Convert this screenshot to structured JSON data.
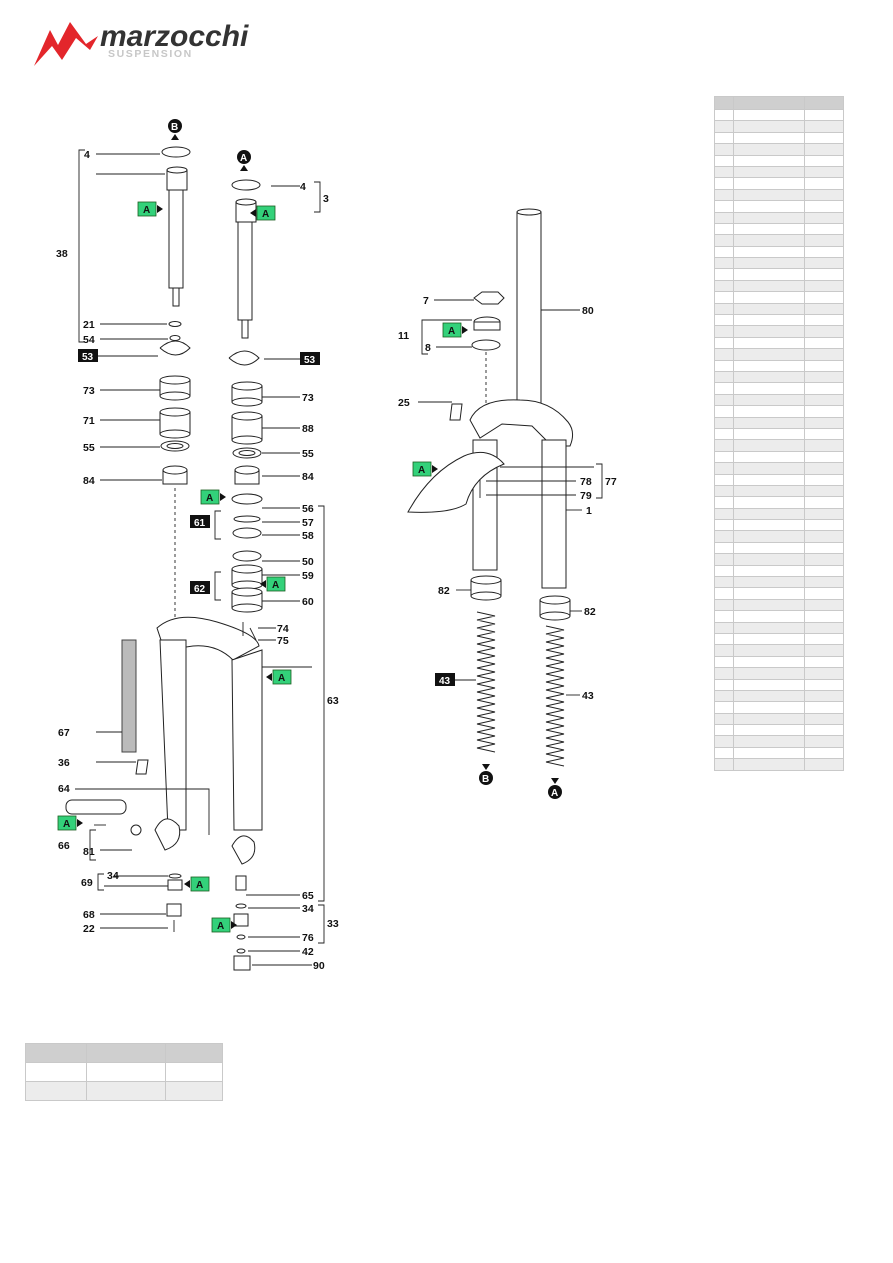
{
  "logo": {
    "name": "marzocchi",
    "sub": "SUSPENSION"
  },
  "callouts": {
    "A": "A",
    "B": "B",
    "left": [
      "4",
      "38",
      "21",
      "54",
      "53",
      "73",
      "71",
      "55",
      "84",
      "67",
      "36",
      "64",
      "66",
      "81",
      "34",
      "69",
      "68",
      "22"
    ],
    "center": [
      "4",
      "3",
      "53",
      "73",
      "88",
      "55",
      "84",
      "56",
      "61",
      "57",
      "58",
      "50",
      "59",
      "62",
      "60",
      "74",
      "75",
      "63",
      "65",
      "34",
      "33",
      "76",
      "42",
      "90"
    ],
    "right": [
      "7",
      "80",
      "11",
      "8",
      "25",
      "77",
      "78",
      "79",
      "1",
      "82",
      "82",
      "43",
      "43"
    ]
  },
  "colors": {
    "green_marker": "#33d17a",
    "black_marker": "#111111",
    "logo_red": "#e3262b",
    "header_gray": "#cfcfcf"
  },
  "tables": {
    "parts_table_rows": 58,
    "small_table_rows": 2
  }
}
